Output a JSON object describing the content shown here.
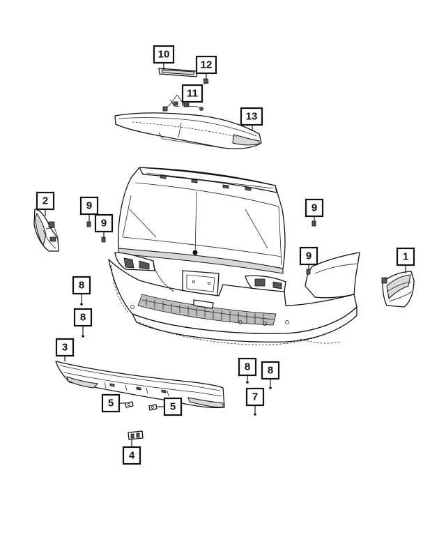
{
  "callouts": [
    {
      "id": "c10",
      "label": "10"
    },
    {
      "id": "c12",
      "label": "12"
    },
    {
      "id": "c11",
      "label": "11"
    },
    {
      "id": "c13",
      "label": "13"
    },
    {
      "id": "c2",
      "label": "2"
    },
    {
      "id": "c9a",
      "label": "9"
    },
    {
      "id": "c9b",
      "label": "9"
    },
    {
      "id": "c9c",
      "label": "9"
    },
    {
      "id": "c9d",
      "label": "9"
    },
    {
      "id": "c1",
      "label": "1"
    },
    {
      "id": "c8a",
      "label": "8"
    },
    {
      "id": "c8b",
      "label": "8"
    },
    {
      "id": "c3",
      "label": "3"
    },
    {
      "id": "c8c",
      "label": "8"
    },
    {
      "id": "c8d",
      "label": "8"
    },
    {
      "id": "c7",
      "label": "7"
    },
    {
      "id": "c5a",
      "label": "5"
    },
    {
      "id": "c5b",
      "label": "5"
    },
    {
      "id": "c4",
      "label": "4"
    }
  ],
  "colors": {
    "line": "#111111",
    "background": "#ffffff",
    "shade": "#d8d8d8"
  }
}
